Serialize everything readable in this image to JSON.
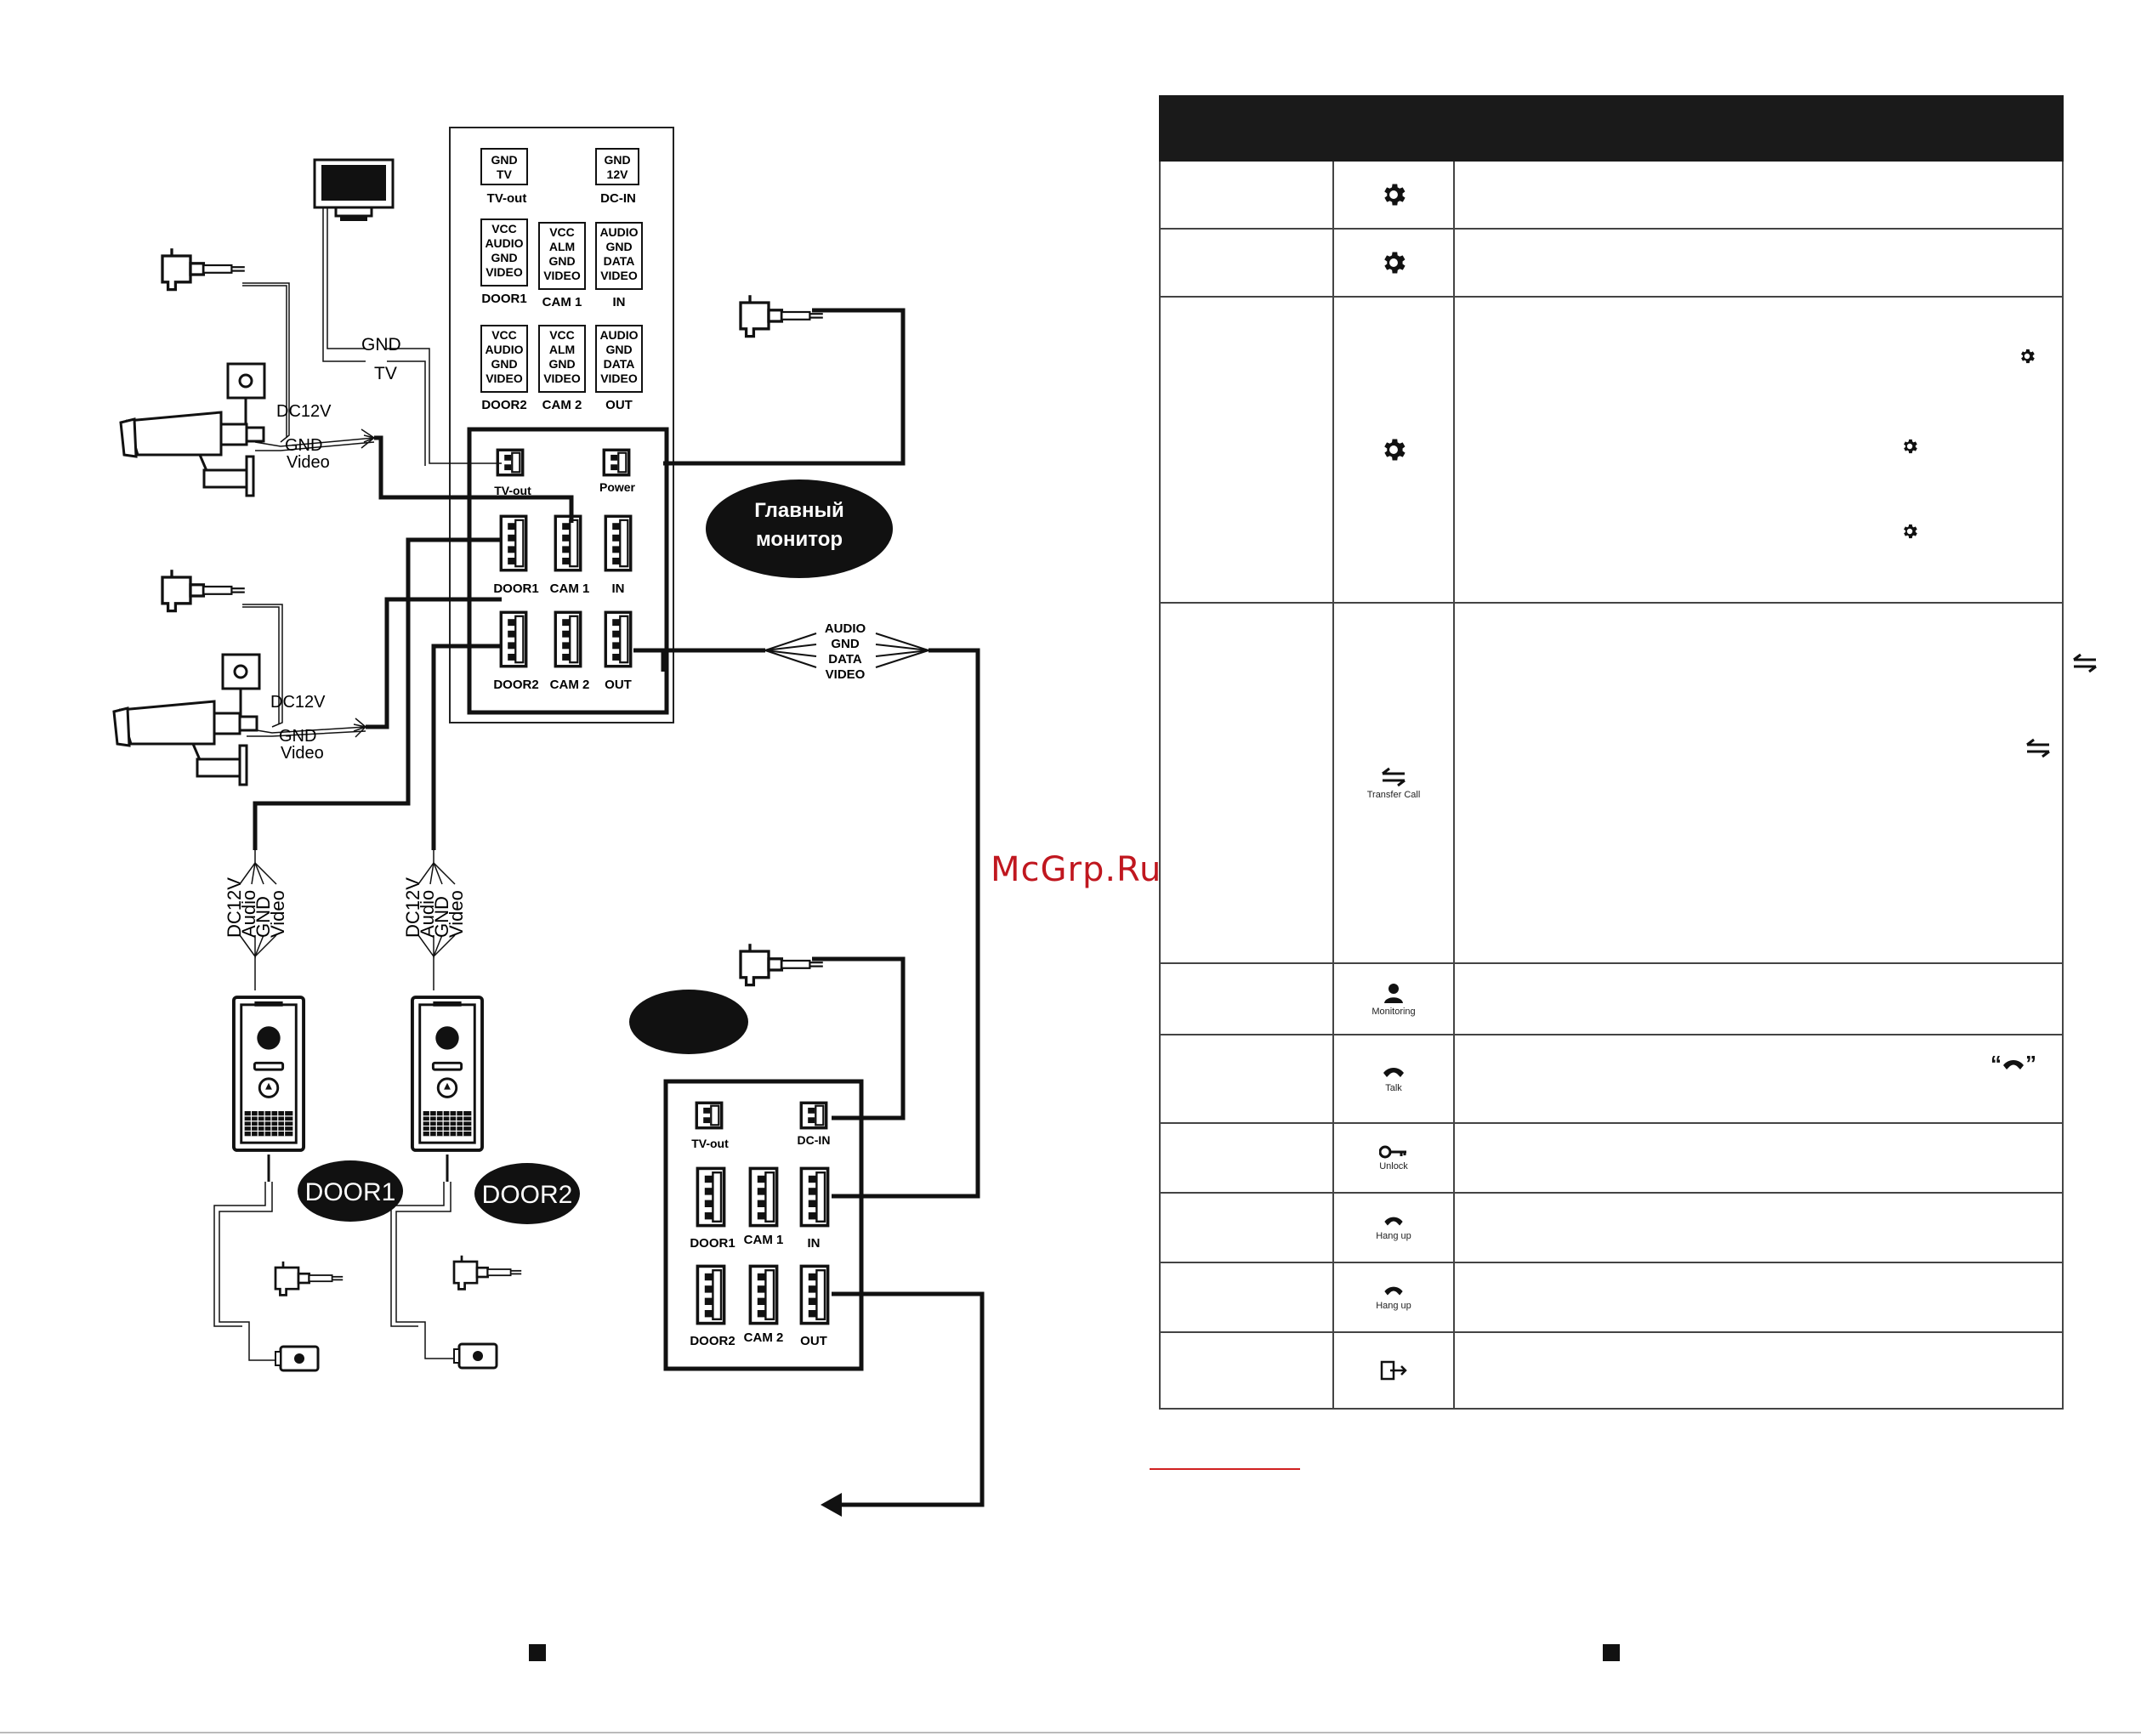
{
  "diagram": {
    "labels": {
      "gnd": "GND",
      "tv": "TV",
      "dc12v": "DC12V",
      "video": "Video",
      "main_monitor_line1": "Главный",
      "main_monitor_line2": "монитор",
      "door1": "DOOR1",
      "door2": "DOOR2",
      "wire_bundle": [
        "DC12V",
        "Audio",
        "GND",
        "Video"
      ],
      "out_bundle": [
        "AUDIO",
        "GND",
        "DATA",
        "VIDEO"
      ]
    },
    "legend_panel": {
      "tv_out_pins": [
        "GND",
        "TV"
      ],
      "tv_out_name": "TV-out",
      "dc_in_pins": [
        "GND",
        "12V"
      ],
      "dc_in_name": "DC-IN",
      "door1_pins": [
        "VCC",
        "AUDIO",
        "GND",
        "VIDEO"
      ],
      "door1_name": "DOOR1",
      "cam1_pins": [
        "VCC",
        "ALM",
        "GND",
        "VIDEO"
      ],
      "cam1_name": "CAM 1",
      "in_pins": [
        "AUDIO",
        "GND",
        "DATA",
        "VIDEO"
      ],
      "in_name": "IN",
      "door2_pins": [
        "VCC",
        "AUDIO",
        "GND",
        "VIDEO"
      ],
      "door2_name": "DOOR2",
      "cam2_pins": [
        "VCC",
        "ALM",
        "GND",
        "VIDEO"
      ],
      "cam2_name": "CAM 2",
      "out_pins": [
        "AUDIO",
        "GND",
        "DATA",
        "VIDEO"
      ],
      "out_name": "OUT"
    },
    "main_board": {
      "tv_out": "TV-out",
      "power": "Power",
      "door1": "DOOR1",
      "cam1": "CAM 1",
      "in": "IN",
      "door2": "DOOR2",
      "cam2": "CAM 2",
      "out": "OUT"
    },
    "second_board": {
      "tv_out": "TV-out",
      "dc_in": "DC-IN",
      "door1": "DOOR1",
      "cam1": "CAM 1",
      "in": "IN",
      "door2": "DOOR2",
      "cam2": "CAM 2",
      "out": "OUT"
    }
  },
  "watermark": "McGrp.Ru",
  "table": {
    "rows": [
      {
        "icon": "gear-icon",
        "label": ""
      },
      {
        "icon": "gear-icon",
        "label": ""
      },
      {
        "icon": "gear-icon",
        "label": ""
      },
      {
        "icon": "transfer-arrows-icon",
        "label": "Transfer Call"
      },
      {
        "icon": "person-icon",
        "label": "Monitoring"
      },
      {
        "icon": "handset-icon",
        "label": "Talk",
        "quote_open": "“",
        "quote_close": "”"
      },
      {
        "icon": "key-icon",
        "label": "Unlock"
      },
      {
        "icon": "handset-icon",
        "label": "Hang up"
      },
      {
        "icon": "handset-icon",
        "label": "Hang up"
      },
      {
        "icon": "door-arrow-icon",
        "label": ""
      }
    ]
  }
}
